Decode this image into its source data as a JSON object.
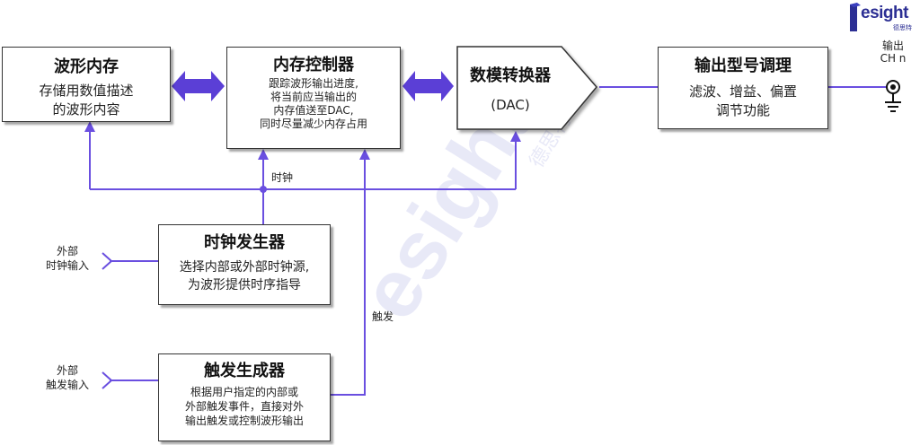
{
  "logo": {
    "text": "esight",
    "subtext": "德思特"
  },
  "blocks": {
    "waveform_memory": {
      "title": "波形内存",
      "desc": [
        "存储用数值描述",
        "的波形内容"
      ]
    },
    "memory_controller": {
      "title": "内存控制器",
      "desc": [
        "跟踪波形输出进度,",
        "将当前应当输出的",
        "内存值送至DAC,",
        "同时尽量减少内存占用"
      ]
    },
    "dac": {
      "title": "数模转换器",
      "desc": [
        "(DAC)"
      ]
    },
    "output_conditioning": {
      "title": "输出型号调理",
      "desc": [
        "滤波、增益、偏置",
        "调节功能"
      ]
    },
    "clock_generator": {
      "title": "时钟发生器",
      "desc": [
        "选择内部或外部时钟源,",
        "为波形提供时序指导"
      ]
    },
    "trigger_generator": {
      "title": "触发生成器",
      "desc": [
        "根据用户指定的内部或",
        "外部触发事件，直接对外",
        "输出触发或控制波形输出"
      ]
    }
  },
  "labels": {
    "clock": "时钟",
    "trigger": "触发",
    "ext_clock_in": [
      "外部",
      "时钟输入"
    ],
    "ext_trigger_in": [
      "外部",
      "触发输入"
    ],
    "output": [
      "输出",
      "CH n"
    ]
  },
  "colors": {
    "wire": "#6a4fe0",
    "arrow": "#5b3fd6",
    "box_border": "#333333",
    "ground": "#111111",
    "watermark": "#d6d8f2"
  }
}
